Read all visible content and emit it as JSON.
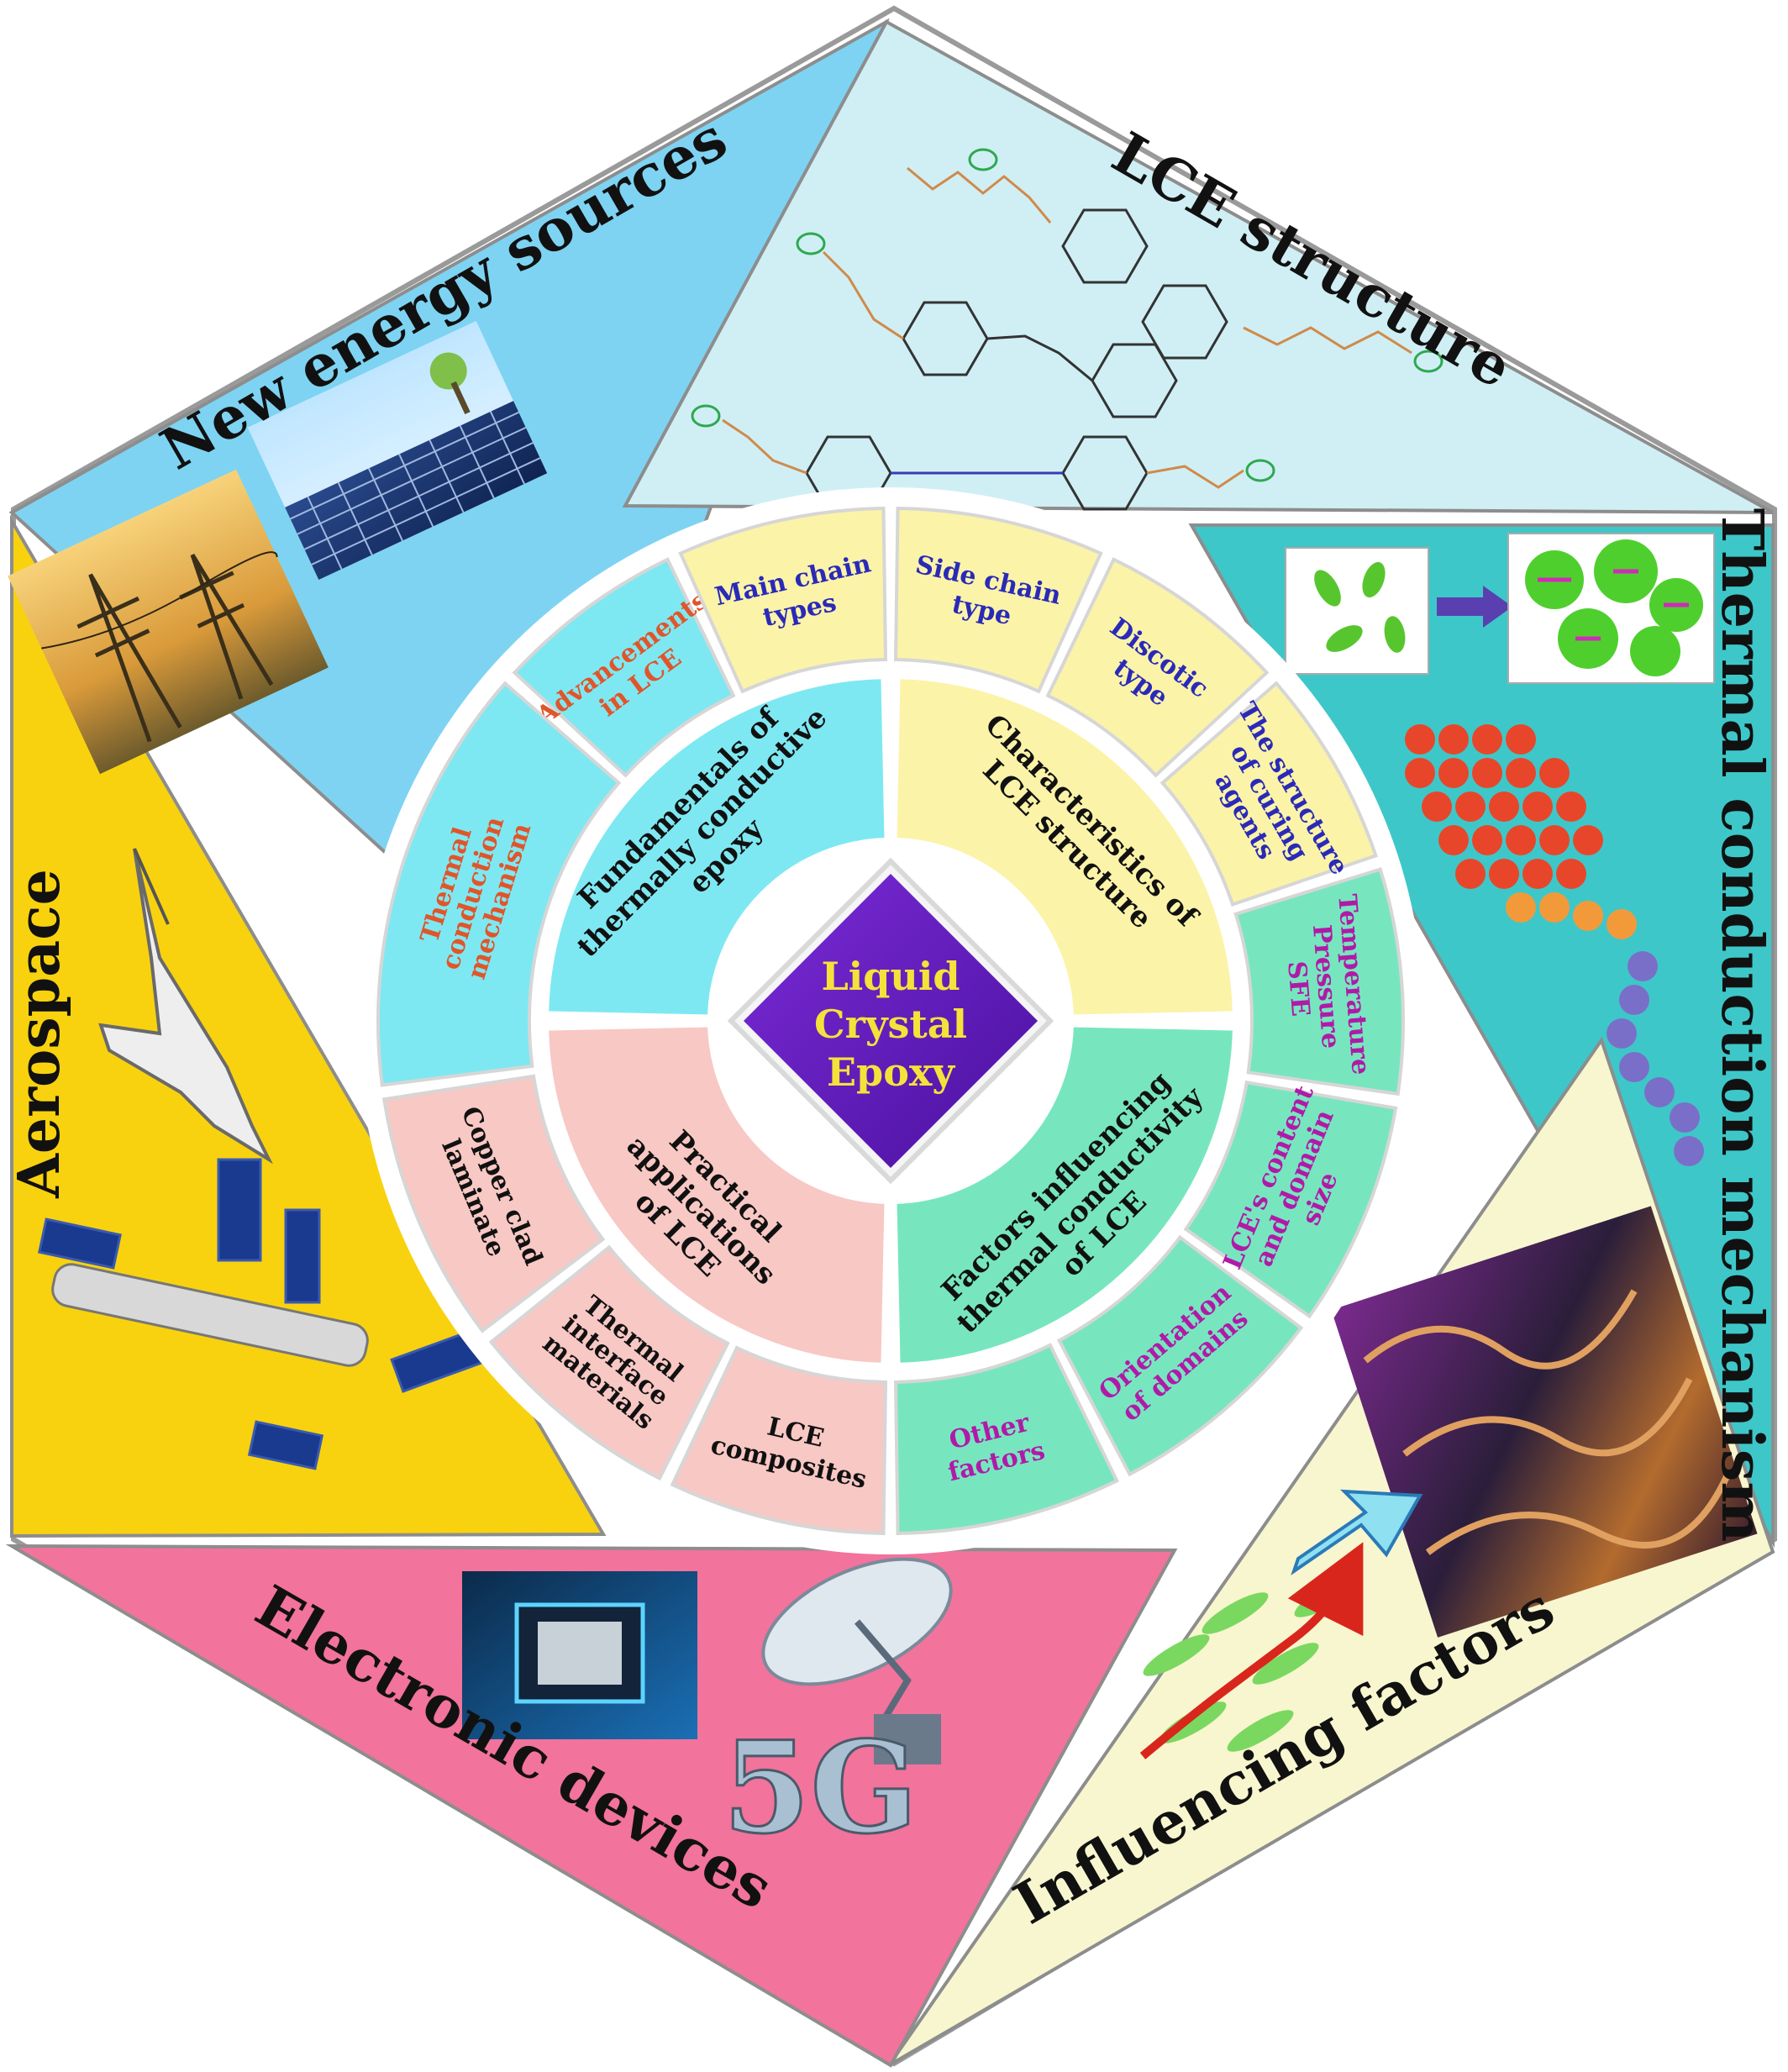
{
  "center": {
    "lines": [
      "Liquid",
      "Crystal",
      "Epoxy"
    ]
  },
  "inner_ring": [
    {
      "lines": [
        "Fundamentals of",
        "thermally conductive",
        "epoxy"
      ]
    },
    {
      "lines": [
        "Characteristics of",
        "LCE structure"
      ]
    },
    {
      "lines": [
        "Factors influencing",
        "thermal conductivity",
        "of LCE"
      ]
    },
    {
      "lines": [
        "Practical",
        "applications",
        "of LCE"
      ]
    }
  ],
  "outer_ring": [
    {
      "lines": [
        "Advancements",
        "in LCE"
      ]
    },
    {
      "lines": [
        "Main chain",
        "types"
      ]
    },
    {
      "lines": [
        "Side chain",
        "type"
      ]
    },
    {
      "lines": [
        "Discotic",
        "type"
      ]
    },
    {
      "lines": [
        "The structure",
        "of curing",
        "agents"
      ]
    },
    {
      "lines": [
        "Temperature",
        "Pressure",
        "SFE"
      ]
    },
    {
      "lines": [
        "LCE's content",
        "and domain",
        "size"
      ]
    },
    {
      "lines": [
        "Orientation",
        "of domains"
      ]
    },
    {
      "lines": [
        "Other",
        "factors"
      ]
    },
    {
      "lines": [
        "LCE",
        "composites"
      ]
    },
    {
      "lines": [
        "Thermal",
        "interface",
        "materials"
      ]
    },
    {
      "lines": [
        "Copper clad",
        "laminate"
      ]
    },
    {
      "lines": [
        "Thermal",
        "conduction",
        "mechanism"
      ]
    }
  ],
  "panels": {
    "new_energy": "New energy sources",
    "lce_structure": "LCE structure",
    "thermal_mechanism": "Thermal conduction mechanism",
    "influencing": "Influencing factors",
    "electronic": "Electronic devices",
    "aerospace": "Aerospace"
  },
  "image_labels": {
    "five_g": "5G"
  },
  "colors": {
    "new_energy": "#7ed3f2",
    "lce_structure": "#cfeff5",
    "thermal_mechanism": "#3ec7c9",
    "influencing": "#f8f6cf",
    "electronic": "#f2739b",
    "aerospace": "#f8d20f",
    "center": "#6a1fc2",
    "inner_cyan": "#7ee8f2",
    "inner_yellow": "#fbf3a8",
    "inner_green": "#77e6bf",
    "inner_pink": "#f8c8c4",
    "text_red": "#e0552a",
    "text_blue": "#2a2ab8",
    "text_magenta": "#b01aa8"
  }
}
